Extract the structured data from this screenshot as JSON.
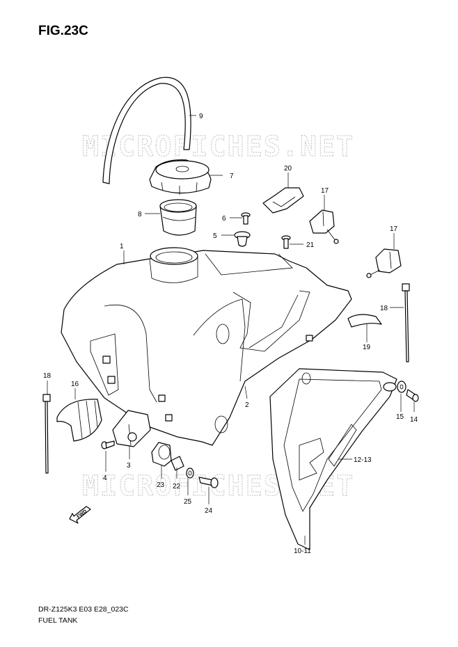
{
  "header": {
    "title": "FIG.23C"
  },
  "footer": {
    "model_code": "DR-Z125K3 E03 E28_023C",
    "section_name": "FUEL TANK"
  },
  "watermark": {
    "text": "MICROFICHES.NET"
  },
  "direction_marker": {
    "text": "FWD"
  },
  "callouts": [
    {
      "id": "c1",
      "label": "1"
    },
    {
      "id": "c2",
      "label": "2"
    },
    {
      "id": "c3",
      "label": "3"
    },
    {
      "id": "c4",
      "label": "4"
    },
    {
      "id": "c5",
      "label": "5"
    },
    {
      "id": "c6",
      "label": "6"
    },
    {
      "id": "c7",
      "label": "7"
    },
    {
      "id": "c8",
      "label": "8"
    },
    {
      "id": "c9",
      "label": "9"
    },
    {
      "id": "c10",
      "label": "10-11"
    },
    {
      "id": "c12",
      "label": "12-13"
    },
    {
      "id": "c14",
      "label": "14"
    },
    {
      "id": "c15",
      "label": "15"
    },
    {
      "id": "c16",
      "label": "16"
    },
    {
      "id": "c17a",
      "label": "17"
    },
    {
      "id": "c17b",
      "label": "17"
    },
    {
      "id": "c18a",
      "label": "18"
    },
    {
      "id": "c18b",
      "label": "18"
    },
    {
      "id": "c19",
      "label": "19"
    },
    {
      "id": "c20",
      "label": "20"
    },
    {
      "id": "c21",
      "label": "21"
    },
    {
      "id": "c22",
      "label": "22"
    },
    {
      "id": "c23",
      "label": "23"
    },
    {
      "id": "c24",
      "label": "24"
    },
    {
      "id": "c25",
      "label": "25"
    }
  ]
}
